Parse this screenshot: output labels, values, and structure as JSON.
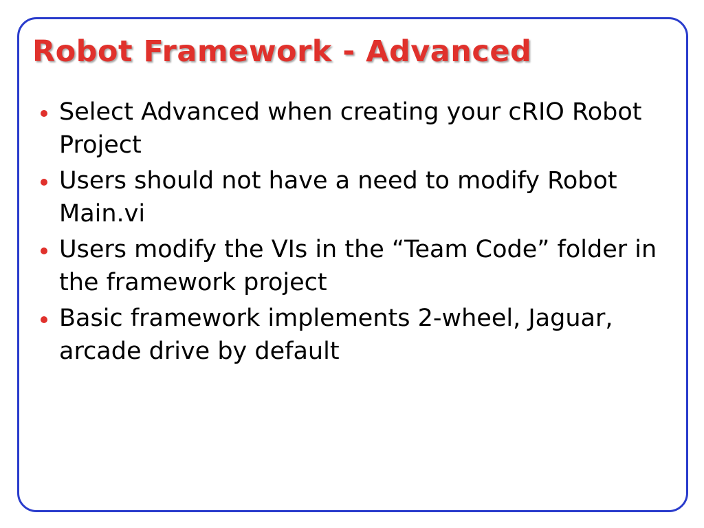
{
  "slide": {
    "title": "Robot Framework - Advanced",
    "bullets": [
      "Select Advanced when creating your cRIO Robot Project",
      "Users should not have a need to modify Robot Main.vi",
      "Users modify the VIs in the “Team Code” folder in the framework project",
      "Basic framework implements 2-wheel, Jaguar, arcade drive by default"
    ]
  },
  "colors": {
    "title": "#e0312c",
    "bullet": "#e0312c",
    "border": "#2a3ccc"
  }
}
